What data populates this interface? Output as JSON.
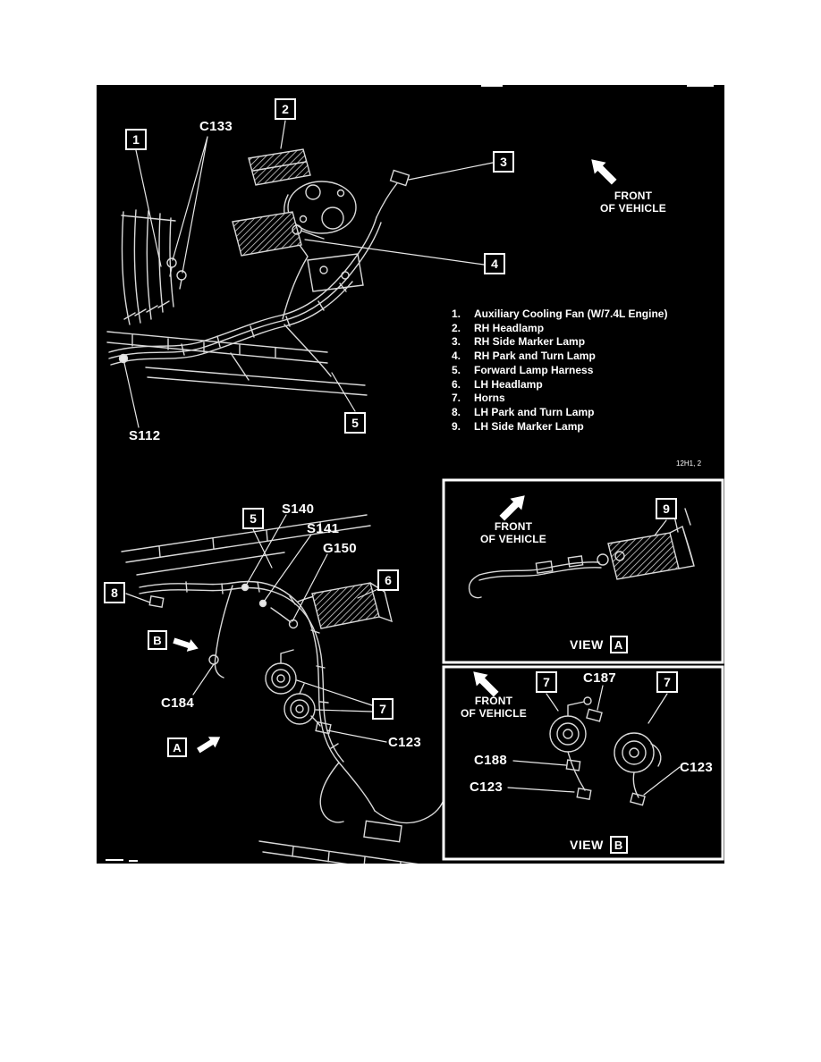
{
  "figure": {
    "ref": "12H1, 2"
  },
  "top": {
    "callout_1": "1",
    "callout_2": "2",
    "callout_3": "3",
    "callout_4": "4",
    "callout_5": "5",
    "label_c133": "C133",
    "label_s112": "S112",
    "front_line1": "FRONT",
    "front_line2": "OF VEHICLE",
    "legend": [
      {
        "num": "1.",
        "text": "Auxiliary Cooling Fan (W/7.4L Engine)"
      },
      {
        "num": "2.",
        "text": "RH Headlamp"
      },
      {
        "num": "3.",
        "text": "RH Side Marker Lamp"
      },
      {
        "num": "4.",
        "text": "RH Park and Turn Lamp"
      },
      {
        "num": "5.",
        "text": "Forward Lamp Harness"
      },
      {
        "num": "6.",
        "text": "LH Headlamp"
      },
      {
        "num": "7.",
        "text": "Horns"
      },
      {
        "num": "8.",
        "text": "LH Park and Turn Lamp"
      },
      {
        "num": "9.",
        "text": "LH Side Marker Lamp"
      }
    ]
  },
  "bottom_left": {
    "callout_5": "5",
    "callout_6": "6",
    "callout_7": "7",
    "callout_8": "8",
    "label_s140": "S140",
    "label_s141": "S141",
    "label_g150": "G150",
    "label_c184": "C184",
    "label_c123": "C123",
    "marker_a": "A",
    "marker_b": "B"
  },
  "view_a": {
    "front_line1": "FRONT",
    "front_line2": "OF VEHICLE",
    "callout_9": "9",
    "view_label": "VIEW",
    "view_letter": "A"
  },
  "view_b": {
    "front_line1": "FRONT",
    "front_line2": "OF VEHICLE",
    "callout_7_left": "7",
    "callout_7_right": "7",
    "label_c187": "C187",
    "label_c188": "C188",
    "label_c123_left": "C123",
    "label_c123_right": "C123",
    "view_label": "VIEW",
    "view_letter": "B"
  }
}
